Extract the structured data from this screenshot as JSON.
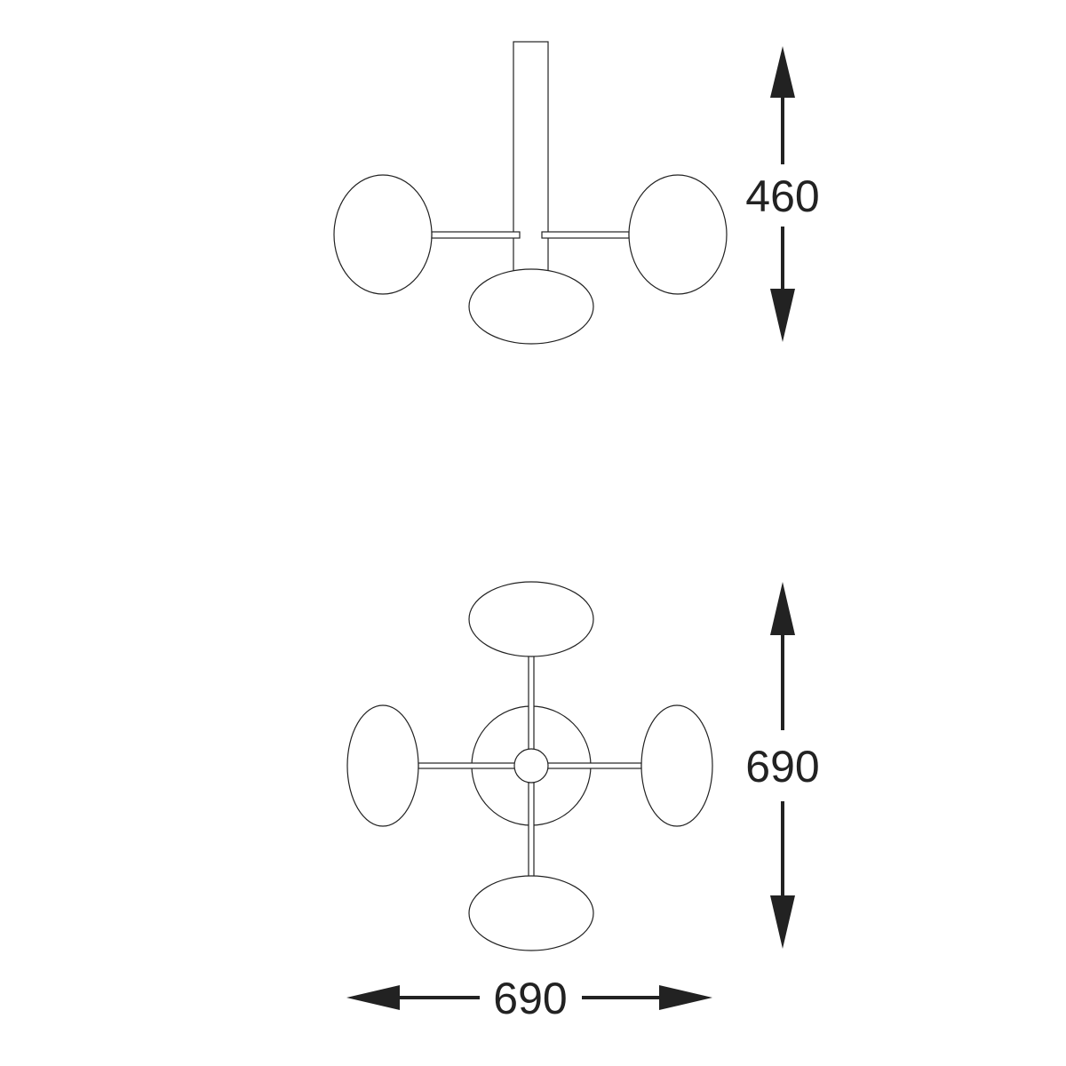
{
  "dimensions": {
    "height_side_view": "460",
    "height_top_view": "690",
    "width_top_view": "690"
  },
  "colors": {
    "line": "#222222",
    "background": "#ffffff"
  }
}
